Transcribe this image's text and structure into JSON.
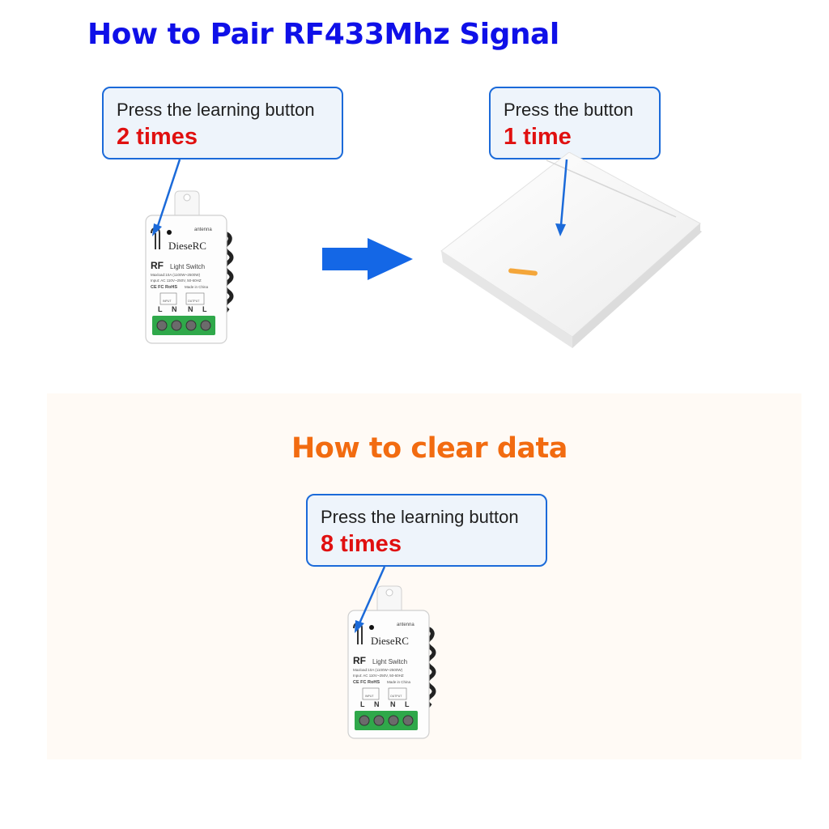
{
  "titles": {
    "pair": "How to Pair RF433Mhz Signal",
    "clear": "How to clear data"
  },
  "steps": [
    {
      "line1": "Press the learning button",
      "line2": "2 times"
    },
    {
      "line1": "Press the button",
      "line2": "1 time"
    },
    {
      "line1": "Press the learning button",
      "line2": "8 times"
    }
  ],
  "device": {
    "brand": "DieseRC",
    "model_rf": "RF",
    "model_name": "Light Switch",
    "antenna": "antenna",
    "maxload": "Maxload:10A (1100W~2500W)",
    "input": "Input: AC 110V~250V, 50-60HZ",
    "certs": "CE FC RoHS",
    "made_in": "Made in China",
    "input_label": "INPUT",
    "output_label": "OUTPUT",
    "terminals": [
      "L",
      "N",
      "N",
      "L"
    ]
  },
  "colors": {
    "pair_title": "#0f10e8",
    "clear_title": "#f26b10",
    "highlight": "#e01010",
    "callout_border": "#1b6ad9",
    "arrow": "#1467e6",
    "terminal_block": "#2fa84a"
  }
}
